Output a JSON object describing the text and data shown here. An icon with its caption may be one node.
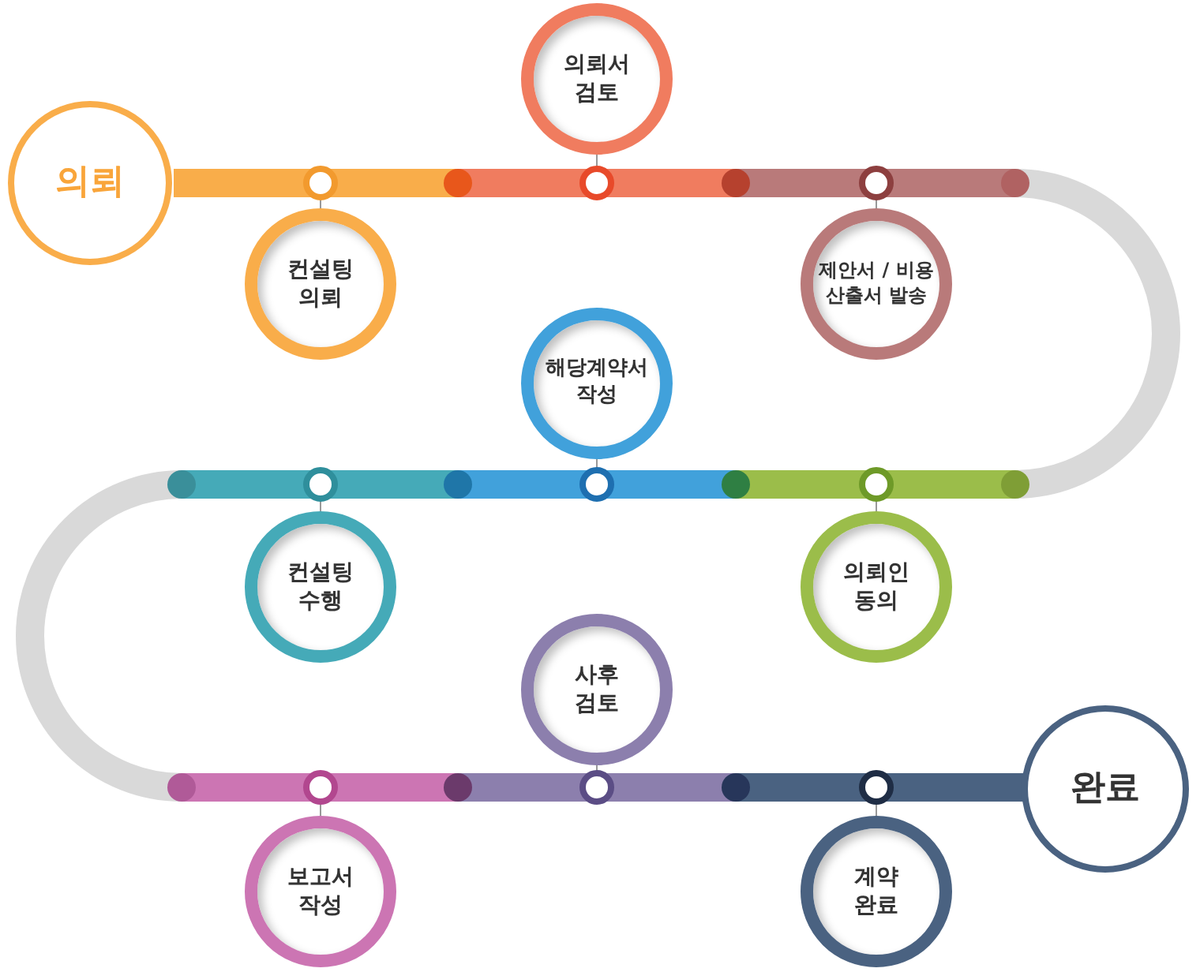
{
  "diagram": {
    "nodes": [
      {
        "text": [
          "의뢰"
        ]
      },
      {
        "text": [
          "컨설팅 의뢰"
        ]
      },
      {
        "text": [
          "의뢰서 검토"
        ]
      },
      {
        "text": [
          "제안서 / 비용 산출서 발송"
        ]
      },
      {
        "text": [
          "해당계약서 작성"
        ]
      },
      {
        "text": [
          "의뢰인 동의"
        ]
      },
      {
        "text": [
          "컨설팅 수행"
        ]
      },
      {
        "text": [
          "사후 검토"
        ]
      },
      {
        "text": [
          "보고서 작성"
        ]
      },
      {
        "text": [
          "계약 완료"
        ]
      },
      {
        "text": [
          "완료"
        ]
      }
    ]
  }
}
